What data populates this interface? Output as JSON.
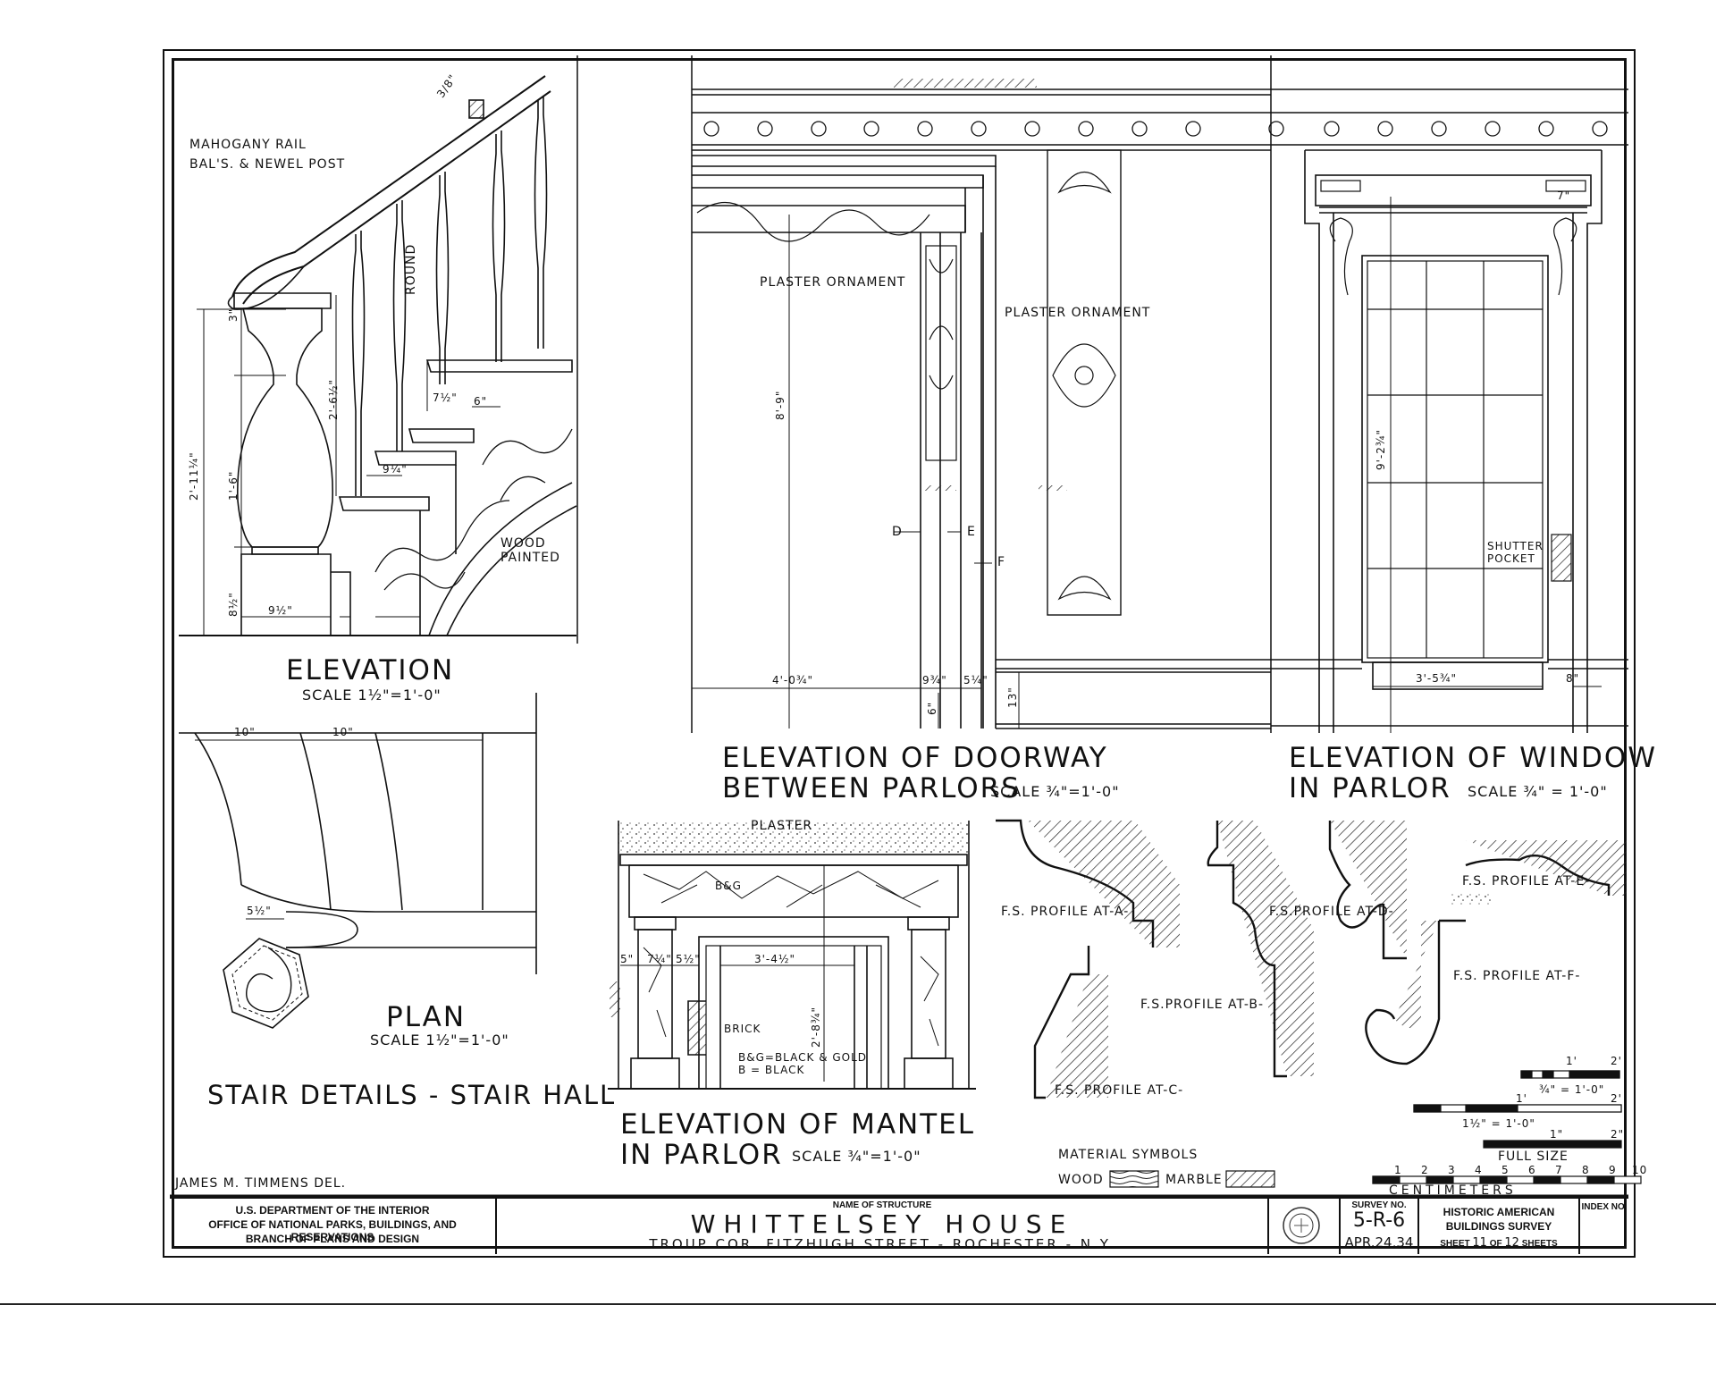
{
  "drawings": {
    "stair_elevation": {
      "rail_note_1": "MAHOGANY RAIL",
      "rail_note_2": "BAL'S. & NEWEL POST",
      "round_note": "ROUND",
      "wood_note_1": "WOOD",
      "wood_note_2": "PAINTED",
      "dims": [
        "2'-11¼\"",
        "1'-6\"",
        "2'-6½\"",
        "9½\"",
        "8½\"",
        "7½\"",
        "6\"",
        "9¼\"",
        "3\"",
        "3/8\""
      ],
      "title": "ELEVATION",
      "scale": "SCALE 1½\"=1'-0\""
    },
    "stair_plan": {
      "dims": [
        "10\"",
        "10\"",
        "5½\""
      ],
      "title": "PLAN",
      "scale": "SCALE 1½\"=1'-0\""
    },
    "stair_details_title": "STAIR DETAILS - STAIR HALL",
    "doorway": {
      "plaster_ornament_1": "PLASTER ORNAMENT",
      "plaster_ornament_2": "PLASTER ORNAMENT",
      "markers": [
        "D",
        "E",
        "F"
      ],
      "dims": [
        "8'-9\"",
        "4'-0¾\"",
        "9¾\"",
        "5¼\"",
        "13\"",
        "6\""
      ],
      "title_1": "ELEVATION OF DOORWAY",
      "title_2": "BETWEEN PARLORS",
      "scale": "SCALE ¾\"=1'-0\""
    },
    "window": {
      "shutter_1": "SHUTTER",
      "shutter_2": "POCKET",
      "dims": [
        "9'-2¾\"",
        "3'-5¾\"",
        "8\"",
        "7\""
      ],
      "title_1": "ELEVATION OF WINDOW",
      "title_2": "IN PARLOR",
      "scale": "SCALE ¾\" = 1'-0\""
    },
    "mantel": {
      "plaster": "PLASTER",
      "bg": "B&G",
      "brick": "BRICK",
      "legend_1": "B&G=BLACK & GOLD",
      "legend_2": "B = BLACK",
      "dims": [
        "3'-4½\"",
        "2'-8¾\"",
        "5\"",
        "7¼\"",
        "5½\""
      ],
      "title_1": "ELEVATION OF MANTEL",
      "title_2": "IN PARLOR",
      "scale": "SCALE ¾\"=1'-0\""
    },
    "profiles": {
      "a": "F.S. PROFILE AT-A-",
      "b": "F.S.PROFILE AT-B-",
      "c": "F.S. PROFILE AT-C-",
      "d": "F.S.PROFILE AT-D-",
      "e": "F.S. PROFILE AT-E-",
      "f": "F.S. PROFILE AT-F-"
    },
    "material_symbols": {
      "title": "MATERIAL SYMBOLS",
      "wood": "WOOD",
      "marble": "MARBLE"
    },
    "scales": {
      "s1_ticks": [
        "1'",
        "2'"
      ],
      "s1_label": "¾\" = 1'-0\"",
      "s2_ticks": [
        "1'",
        "2'"
      ],
      "s2_label": "1½\" = 1'-0\"",
      "s3_ticks": [
        "1\"",
        "2\""
      ],
      "s3_label": "FULL SIZE",
      "cm_ticks": [
        "1",
        "2",
        "3",
        "4",
        "5",
        "6",
        "7",
        "8",
        "9",
        "10"
      ],
      "cm_label": "CENTIMETERS"
    },
    "delineator": "JAMES M. TIMMENS DEL."
  },
  "title_block": {
    "dept_1": "U.S. DEPARTMENT OF THE INTERIOR",
    "dept_2": "OFFICE OF NATIONAL PARKS, BUILDINGS, AND RESERVATIONS",
    "dept_3": "BRANCH OF PLANS AND DESIGN",
    "name_label": "NAME OF STRUCTURE",
    "name": "WHITTELSEY HOUSE",
    "address": "TROUP COR. FITZHUGH STREET - ROCHESTER - N.Y.",
    "survey_label": "SURVEY NO.",
    "survey_no": "5-R-6",
    "date": "APR.24,34",
    "habs_1": "HISTORIC AMERICAN",
    "habs_2": "BUILDINGS SURVEY",
    "sheet_word": "SHEET",
    "sheet_no": "11",
    "of_word": "OF",
    "sheet_total": "12",
    "sheets_word": "SHEETS",
    "index_label": "INDEX NO."
  }
}
